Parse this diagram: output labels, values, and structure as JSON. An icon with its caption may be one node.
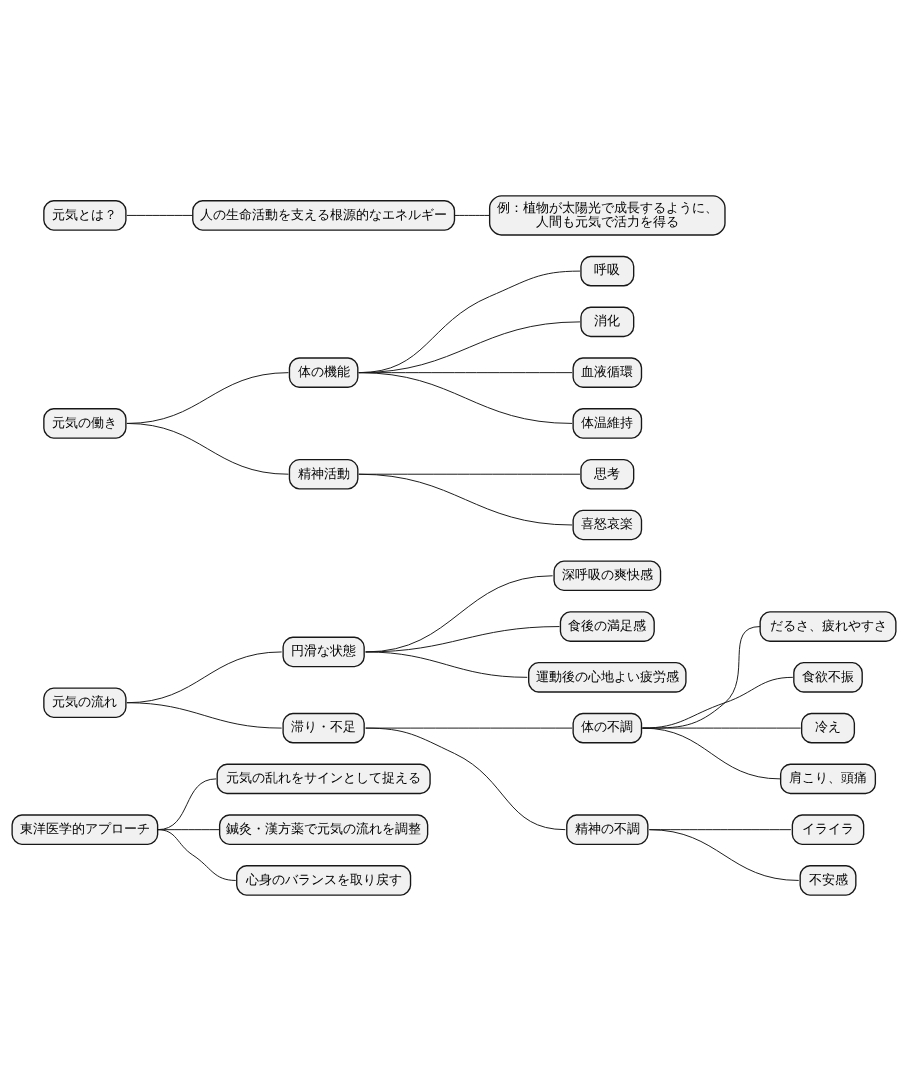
{
  "diagram": {
    "nodes": [
      {
        "text": [
          "元気とは？"
        ]
      },
      {
        "text": [
          "人の生命活動を支える根源的なエネルギー"
        ]
      },
      {
        "text": [
          "例：植物が太陽光で成長するように、人間も元気で活力を得る"
        ]
      },
      {
        "text": [
          "元気の働き"
        ]
      },
      {
        "text": [
          "体の機能"
        ]
      },
      {
        "text": [
          "呼吸"
        ]
      },
      {
        "text": [
          "消化"
        ]
      },
      {
        "text": [
          "血液循環"
        ]
      },
      {
        "text": [
          "体温維持"
        ]
      },
      {
        "text": [
          "精神活動"
        ]
      },
      {
        "text": [
          "思考"
        ]
      },
      {
        "text": [
          "喜怒哀楽"
        ]
      },
      {
        "text": [
          "元気の流れ"
        ]
      },
      {
        "text": [
          "円滑な状態"
        ]
      },
      {
        "text": [
          "深呼吸の爽快感"
        ]
      },
      {
        "text": [
          "食後の満足感"
        ]
      },
      {
        "text": [
          "運動後の心地よい疲労感"
        ]
      },
      {
        "text": [
          "滞り・不足"
        ]
      },
      {
        "text": [
          "体の不調"
        ]
      },
      {
        "text": [
          "だるさ、疲れやすさ"
        ]
      },
      {
        "text": [
          "食欲不振"
        ]
      },
      {
        "text": [
          "冷え"
        ]
      },
      {
        "text": [
          "肩こり、頭痛"
        ]
      },
      {
        "text": [
          "精神の不調"
        ]
      },
      {
        "text": [
          "イライラ"
        ]
      },
      {
        "text": [
          "不安感"
        ]
      },
      {
        "text": [
          "東洋医学的アプローチ"
        ]
      },
      {
        "text": [
          "元気の乱れをサインとして捉える"
        ]
      },
      {
        "text": [
          "鍼灸・漢方薬で元気の流れを調整"
        ]
      },
      {
        "text": [
          "心身のバランスを取り戻す"
        ]
      }
    ],
    "edges": [
      {
        "from": 0,
        "to": 1,
        "arrow": "none"
      },
      {
        "from": 1,
        "to": 2,
        "arrow": "none"
      },
      {
        "from": 3,
        "to": 4,
        "arrow": "none"
      },
      {
        "from": 4,
        "to": 5,
        "arrow": "none"
      },
      {
        "from": 4,
        "to": 6,
        "arrow": "none"
      },
      {
        "from": 4,
        "to": 7,
        "arrow": "none"
      },
      {
        "from": 4,
        "to": 8,
        "arrow": "none"
      },
      {
        "from": 3,
        "to": 9,
        "arrow": "none"
      },
      {
        "from": 9,
        "to": 10,
        "arrow": "none"
      },
      {
        "from": 9,
        "to": 11,
        "arrow": "none"
      },
      {
        "from": 12,
        "to": 13,
        "arrow": "none"
      },
      {
        "from": 13,
        "to": 14,
        "arrow": "none"
      },
      {
        "from": 13,
        "to": 15,
        "arrow": "none"
      },
      {
        "from": 13,
        "to": 16,
        "arrow": "none"
      },
      {
        "from": 12,
        "to": 17,
        "arrow": "none"
      },
      {
        "from": 17,
        "to": 18,
        "arrow": "none"
      },
      {
        "from": 18,
        "to": 19,
        "arrow": "none"
      },
      {
        "from": 18,
        "to": 20,
        "arrow": "none"
      },
      {
        "from": 18,
        "to": 21,
        "arrow": "none"
      },
      {
        "from": 18,
        "to": 22,
        "arrow": "none"
      },
      {
        "from": 17,
        "to": 23,
        "arrow": "none"
      },
      {
        "from": 23,
        "to": 24,
        "arrow": "none"
      },
      {
        "from": 23,
        "to": 25,
        "arrow": "none"
      },
      {
        "from": 26,
        "to": 27,
        "arrow": "none"
      },
      {
        "from": 26,
        "to": 28,
        "arrow": "none"
      },
      {
        "from": 26,
        "to": 29,
        "arrow": "none"
      }
    ]
  }
}
